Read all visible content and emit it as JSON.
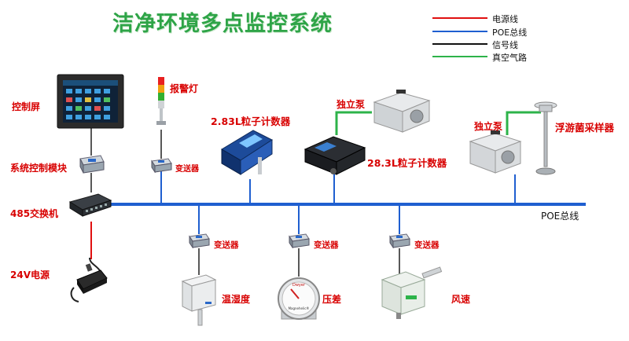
{
  "title": "洁净环境多点监控系统",
  "legend": [
    {
      "label": "电源线",
      "color": "#e01010"
    },
    {
      "label": "POE总线",
      "color": "#1f5fd0"
    },
    {
      "label": "信号线",
      "color": "#111111"
    },
    {
      "label": "真空气路",
      "color": "#2db34a"
    }
  ],
  "bus_label": "POE总线",
  "devices": {
    "control_screen": "控制屏",
    "control_module": "系统控制模块",
    "switch_485": "485交换机",
    "power_24v": "24V电源",
    "alarm_light": "报警灯",
    "transmitter": "变送器",
    "counter_283": "2.83L粒子计数器",
    "counter_283_28": "28.3L粒子计数器",
    "pump": "独立泵",
    "bio_sampler": "浮游菌采样器",
    "temp_humidity": "温湿度",
    "pressure_diff": "压差",
    "wind_speed": "风速"
  },
  "sensor_text": {
    "magnehelic": "Magnehelic®",
    "brand_mark": "Dwyer"
  }
}
